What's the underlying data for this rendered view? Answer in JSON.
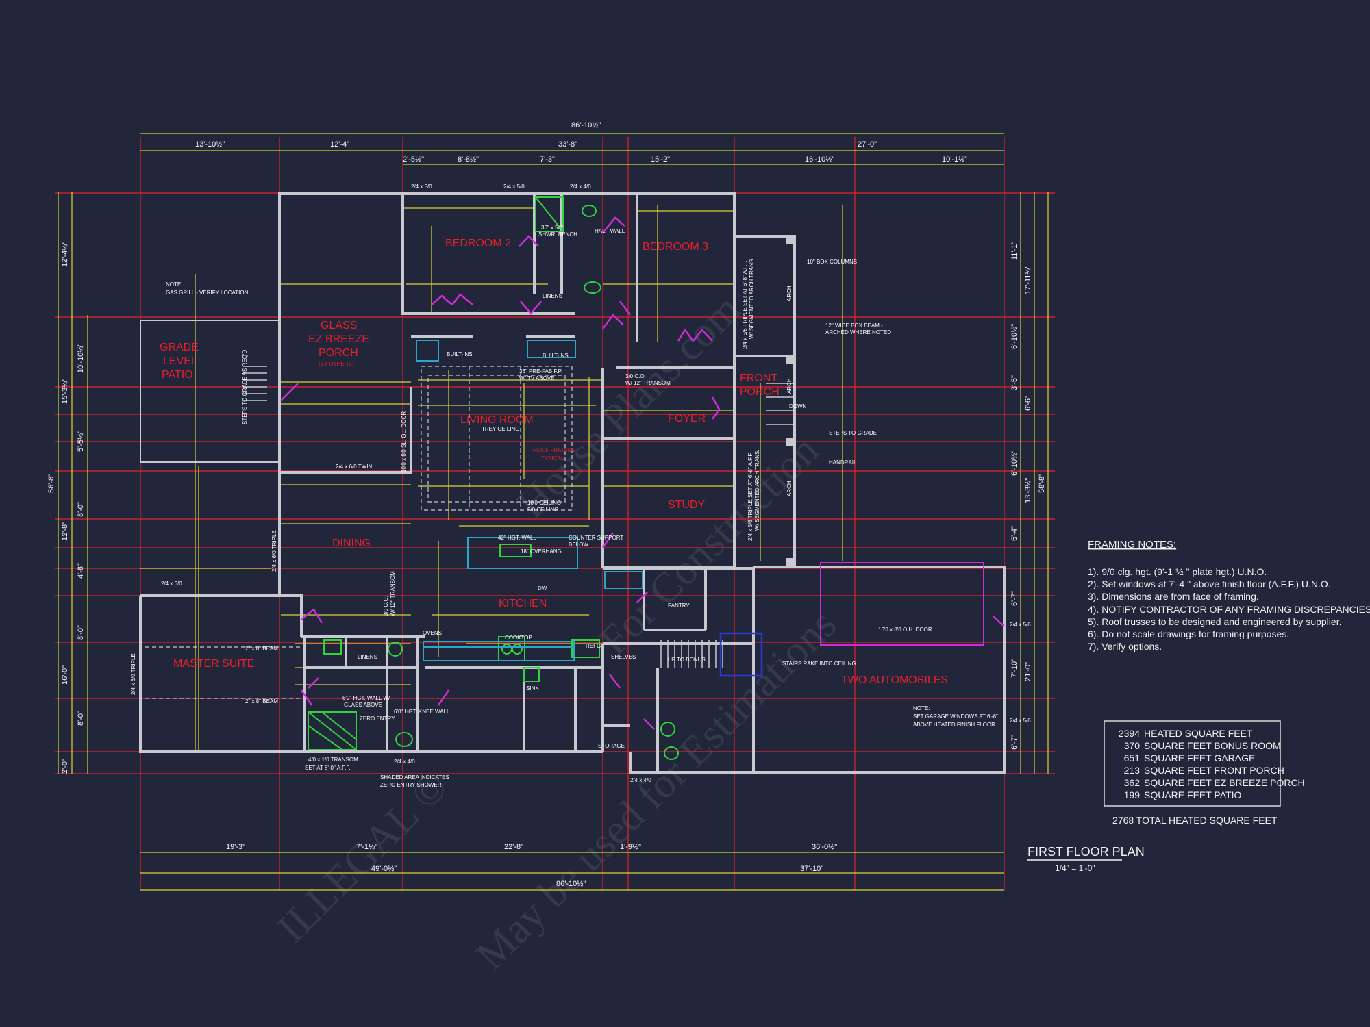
{
  "overall_dims": {
    "top_total": "86'-10½\"",
    "top_segments": [
      "13'-10½\"",
      "12'-4\"",
      "33'-8\"",
      "27'-0\""
    ],
    "top_sub": [
      "2'-5½\"",
      "8'-8½\"",
      "7'-3\"",
      "15'-2\"",
      "16'-10½\"",
      "10'-1½\""
    ],
    "bottom_segments": [
      "19'-3\"",
      "7'-1½\"",
      "22'-8\"",
      "1'-9½\"",
      "36'-0½\""
    ],
    "bottom_sub": [
      "49'-0½\"",
      "37'-10\""
    ],
    "bottom_total": "86'-10½\"",
    "left": [
      "12'-4½\"",
      "15'-3½\"",
      "58'-8\"",
      "12'-8\"",
      "16'-0\"",
      "2'-0\"",
      "10'-10½\"",
      "5'-5½\"",
      "8'-0\"",
      "4'-8\"",
      "8'-0\"",
      "8'-0\""
    ],
    "right": [
      "11'-1\"",
      "17'-11½\"",
      "58'-8\"",
      "6'-10½\"",
      "3'-5\"",
      "6'-6\"",
      "6'-10½\"",
      "13'-3½\"",
      "6'-4\"",
      "6'-7\"",
      "7'-10\"",
      "21'-0\"",
      "6'-7\""
    ]
  },
  "rooms": {
    "bedroom2": "BEDROOM 2",
    "bedroom3": "BEDROOM 3",
    "glass_porch": [
      "GLASS",
      "EZ BREEZE",
      "PORCH"
    ],
    "glass_porch_sub": "(BY OTHERS)",
    "patio": [
      "GRADE",
      "LEVEL",
      "PATIO"
    ],
    "living": "LIVING ROOM",
    "front_porch": [
      "FRONT",
      "PORCH"
    ],
    "foyer": "FOYER",
    "study": "STUDY",
    "dining": "DINING",
    "kitchen": "KITCHEN",
    "master": "MASTER SUITE",
    "garage": "TWO AUTOMOBILES",
    "pantry": "PANTRY",
    "storage": "STORAGE"
  },
  "labels": {
    "note_grill": [
      "NOTE:",
      "GAS GRILL - VERIFY LOCATION"
    ],
    "steps_grade": "STEPS TO GRADE AS REQ'D",
    "box_columns": "10\" BOX COLUMNS",
    "box_beam": [
      "12\" WIDE BOX BEAM -",
      "ARCHED WHERE NOTED"
    ],
    "steps_to_grade": "STEPS TO GRADE",
    "handrail": "HANDRAIL",
    "down": "DOWN",
    "arch": "ARCH",
    "trey": "TREY CEILING",
    "roof_framing": [
      "ROOF FRAMING",
      "TYPICAL"
    ],
    "ceiling_10": [
      "10'0 CEILING",
      "9/0 CEILING"
    ],
    "tv": [
      "36\" PRE-FAB F.P.",
      "W/ TV ABOVE"
    ],
    "co": [
      "3/0 C.O.",
      "W/ 12\" TRANSOM"
    ],
    "built_ins": "BUILT-INS",
    "linens": "LINENS",
    "half_wall": "HALF WALL",
    "shower": [
      "36\" x 54\"",
      "SHWR. BENCH"
    ],
    "hgt_wall": "42\" HGT. WALL",
    "overhang": "18\" OVERHANG",
    "counter": [
      "COUNTER SUPPORT",
      "BELOW"
    ],
    "cooktop": "COOKTOP",
    "refg": "REFG",
    "ovens": "OVENS",
    "dw": "DW",
    "sink": "SINK",
    "shelves": "SHELVES",
    "up_bonus": "UP TO BONUS",
    "stairs_ceiling": "STAIRS RAKE INTO CEILING",
    "garage_door": "16'0 x 8'0 O.H. DOOR",
    "garage_note": [
      "NOTE:",
      "SET GARAGE WINDOWS AT 6'-8\"",
      "ABOVE HEATED FINISH FLOOR"
    ],
    "transom": [
      "4/0 x 1/0 TRANSOM",
      "SET AT 8'-0\" A.F.F."
    ],
    "shaded": [
      "SHADED AREA INDICATES",
      "ZERO ENTRY SHOWER"
    ],
    "wall_glass": [
      "6'0\" HGT. WALL W/",
      "GLASS ABOVE"
    ],
    "knee_wall": "6'0\" HGT. KNEE WALL",
    "zero_entry": "ZERO ENTRY",
    "beam": "2\" x 8\" BEAM",
    "sl_door": "10'0 x 8'0 SL. GL. DOOR",
    "twin": "2/4 x 6/0 TWIN",
    "triple_w": "2/4 x 6/0 TRIPLE",
    "win_24_50": "2/4 x 5/0",
    "win_24_40": "2/4 x 4/0",
    "win_24_60": "2/4 x 6/0",
    "win_24_56": "2/4 x 5/6",
    "front_triple": [
      "2/4 x 5/6 TRIPLE SET AT 6'-8\" A.F.F.",
      "W/ SEGMENTED ARCH TRANS."
    ],
    "co_transom": [
      "3/0 C.O.",
      "W/ 12\" TRANSOM"
    ]
  },
  "framing_notes": {
    "title": "FRAMING NOTES:",
    "items": [
      "1). 9/0 clg. hgt. (9'-1 ½ \" plate hgt.) U.N.O.",
      "2). Set windows at 7'-4 \" above finish floor (A.F.F.) U.N.O.",
      "3). Dimensions are from face of framing.",
      "4). NOTIFY CONTRACTOR OF ANY FRAMING DISCREPANCIES.",
      "5). Roof trusses to be designed and engineered by supplier.",
      "6). Do not scale drawings for framing purposes.",
      "7). Verify options."
    ]
  },
  "area_table": {
    "rows": [
      {
        "value": "2394",
        "label": "HEATED SQUARE FEET"
      },
      {
        "value": "370",
        "label": "SQUARE FEET BONUS ROOM"
      },
      {
        "value": "651",
        "label": "SQUARE FEET GARAGE"
      },
      {
        "value": "213",
        "label": "SQUARE FEET FRONT PORCH"
      },
      {
        "value": "362",
        "label": "SQUARE FEET EZ BREEZE PORCH"
      },
      {
        "value": "199",
        "label": "SQUARE FEET PATIO"
      }
    ],
    "total": "2768 TOTAL HEATED SQUARE FEET"
  },
  "plan_title": "FIRST FLOOR PLAN",
  "plan_scale": "1/4\" = 1'-0\"",
  "watermarks": [
    "ILLEGAL ©",
    "May be used for Estimations",
    "For Construction",
    "House Plans.com"
  ],
  "colors": {
    "background": "#22263b",
    "dimension": "#d9d437",
    "gridline": "#e8202a",
    "wall": "#c8c8d0",
    "door": "#d02bd8",
    "fixture": "#2fd33a",
    "cabinet": "#2aa6c8",
    "text": "#ffffff"
  }
}
